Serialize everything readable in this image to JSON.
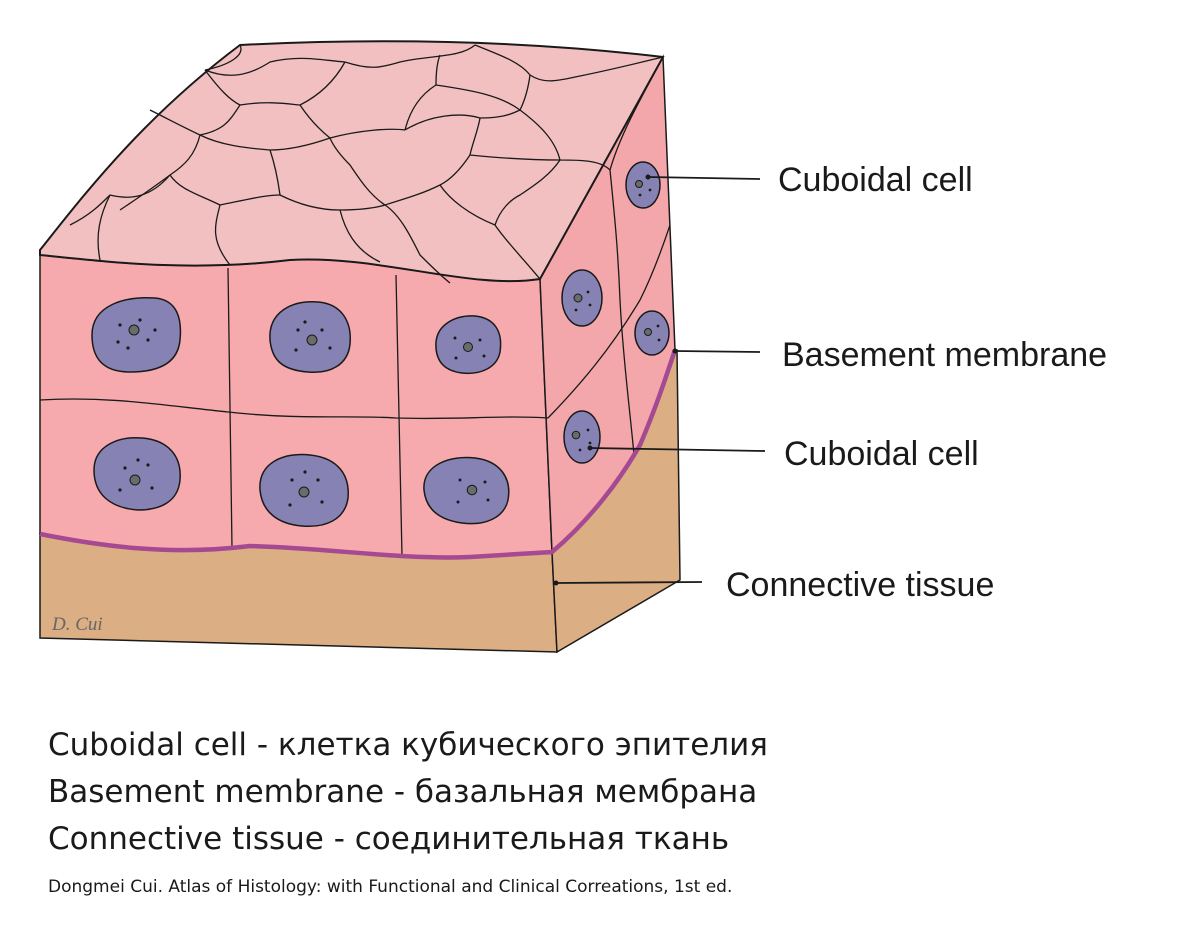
{
  "diagram": {
    "callouts": {
      "cuboidal_cell_top": "Cuboidal cell",
      "basement_membrane": "Basement membrane",
      "cuboidal_cell_lower": "Cuboidal cell",
      "connective_tissue": "Connective tissue"
    },
    "signature": "D. Cui",
    "colors": {
      "cell_front": "#f6aaad",
      "cell_top": "#f2c0c0",
      "cell_side": "#f4a7ab",
      "nucleus": "#8683b4",
      "basement_membrane": "#a54a92",
      "connective_tissue": "#dbae83"
    }
  },
  "legend": {
    "lines": [
      "Cuboidal cell - клетка кубического эпителия",
      "Basement membrane - базальная мембрана",
      "Connective tissue - соединительная ткань"
    ]
  },
  "citation": "Dongmei Cui. Atlas of Histology: with Functional and Clinical Correations, 1st ed."
}
